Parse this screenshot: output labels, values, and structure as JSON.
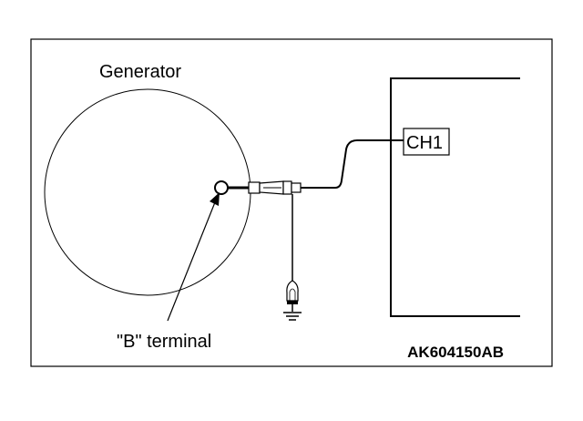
{
  "diagram": {
    "generator_label": "Generator",
    "terminal_label": "\"B\" terminal",
    "channel_label": "CH1",
    "figure_code": "AK604150AB"
  },
  "colors": {
    "stroke": "#000000",
    "background": "#ffffff"
  }
}
